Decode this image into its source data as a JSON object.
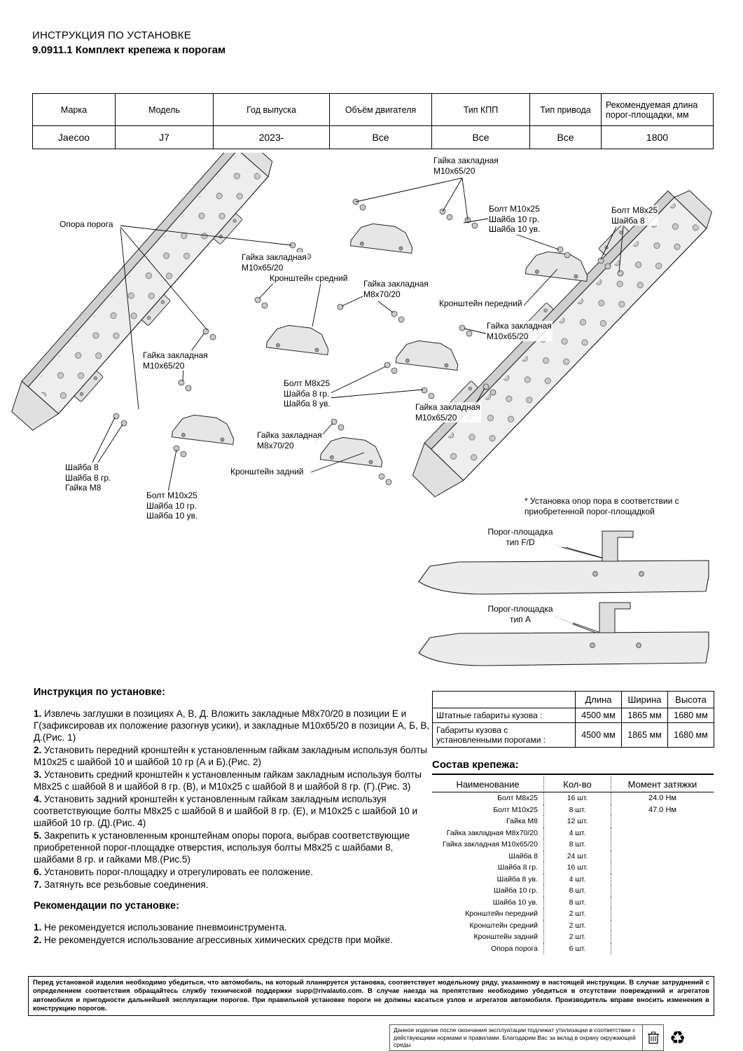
{
  "header": {
    "title": "ИНСТРУКЦИЯ ПО УСТАНОВКЕ",
    "subtitle": "9.0911.1 Комплект крепежа к порогам"
  },
  "spec_table": {
    "headers": [
      "Марка",
      "Модель",
      "Год выпуска",
      "Объём двигателя",
      "Тип КПП",
      "Тип привода",
      "Рекомендуемая длина порог-площадки, мм"
    ],
    "row": [
      "Jaecoo",
      "J7",
      "2023-",
      "Все",
      "Все",
      "Все",
      "1800"
    ]
  },
  "diagram": {
    "labels": [
      "Гайка закладная\nМ10х65/20",
      "Болт М10х25\nШайба 10 гр.\nШайба 10 ув.",
      "Болт М8х25\nШайба 8",
      "Опора порога",
      "Гайка закладная\nМ10х65/20",
      "Кронштейн средний",
      "Гайка закладная\nМ8х70/20",
      "Кронштейн передний",
      "Гайка закладная\nМ10х65/20",
      "Гайка закладная\nМ10х65/20",
      "Болт М8х25\nШайба 8 гр.\nШайба 8 ув.",
      "Гайка закладная\nМ10х65/20",
      "Гайка закладная\nМ8х70/20",
      "Кронштейн задний",
      "Шайба 8\nШайба 8 гр.\nГайка М8",
      "Болт М10х25\nШайба 10 гр.\nШайба 10 ув."
    ],
    "note": "* Установка опор пора в соответствии с\nприобретенной порог-площадкой",
    "platform_fd": "Порог-площадка\nтип F/D",
    "platform_a": "Порог-площадка\nтип А"
  },
  "instructions": {
    "title": "Инструкция по установке:",
    "steps": [
      {
        "num": "1.",
        "text": "Извлечь заглушки в позициях А, В, Д. Вложить закладные М8х70/20 в позиции Е и Г(зафиксировав их положение разогнув усики), и закладные М10х65/20 в позиции А, Б, В, Д.(Рис. 1)"
      },
      {
        "num": "2.",
        "text": "Установить передний кронштейн к установленным гайкам закладным используя болты М10х25 с шайбой 10 и шайбой 10 гр (А и Б).(Рис. 2)"
      },
      {
        "num": "3.",
        "text": "Установить средний кронштейн к установленным гайкам закладным используя болты М8х25 с шайбой 8 и шайбой 8 гр. (В), и М10х25 с шайбой 8 и шайбой 8 гр. (Г).(Рис. 3)"
      },
      {
        "num": "4.",
        "text": "Установить задний кронштейн к установленным гайкам закладным используя соответствующие болты М8х25 с шайбой 8 и шайбой 8 гр. (Е), и М10х25 с шайбой 10 и шайбой 10 гр. (Д).(Рис. 4)"
      },
      {
        "num": "5.",
        "text": "Закрепить к установленным кронштейнам опоры порога, выбрав соответствующие приобретенной порог-площадке отверстия, используя болты М8х25 с шайбами 8, шайбами 8 гр. и гайками М8.(Рис.5)"
      },
      {
        "num": "6.",
        "text": "Установить порог-площадку и отрегулировать ее положение."
      },
      {
        "num": "7.",
        "text": "Затянуть все резьбовые соединения."
      }
    ]
  },
  "recommendations": {
    "title": "Рекомендации по установке:",
    "items": [
      {
        "num": "1.",
        "text": "Не рекомендуется использование пневмоинструмента."
      },
      {
        "num": "2.",
        "text": "Не рекомендуется использование агрессивных химических средств при мойке."
      }
    ]
  },
  "dimensions": {
    "headers": [
      "Длина",
      "Ширина",
      "Высота"
    ],
    "rows": [
      {
        "label": "Штатные габариты кузова :",
        "values": [
          "4500 мм",
          "1865 мм",
          "1680 мм"
        ]
      },
      {
        "label": "Габариты кузова с установленными порогами :",
        "values": [
          "4500 мм",
          "1865 мм",
          "1680 мм"
        ]
      }
    ]
  },
  "hardware": {
    "title": "Состав крепежа:",
    "headers": [
      "Наименование",
      "Кол-во",
      "Момент затяжки"
    ],
    "rows": [
      {
        "name": "Болт М8х25",
        "qty": "16 шт.",
        "torque": "24.0 Нм"
      },
      {
        "name": "Болт М10х25",
        "qty": "8 шт.",
        "torque": "47.0 Нм"
      },
      {
        "name": "Гайка М8",
        "qty": "12 шт.",
        "torque": ""
      },
      {
        "name": "Гайка закладная М8х70/20",
        "qty": "4 шт.",
        "torque": ""
      },
      {
        "name": "Гайка закладная М10х65/20",
        "qty": "8 шт.",
        "torque": ""
      },
      {
        "name": "Шайба 8",
        "qty": "24 шт.",
        "torque": ""
      },
      {
        "name": "Шайба 8 гр.",
        "qty": "16 шт.",
        "torque": ""
      },
      {
        "name": "Шайба 8 ув.",
        "qty": "4 шт.",
        "torque": ""
      },
      {
        "name": "Шайба 10 гр.",
        "qty": "8 шт.",
        "torque": ""
      },
      {
        "name": "Шайба 10 ув.",
        "qty": "8 шт.",
        "torque": ""
      },
      {
        "name": "Кронштейн передний",
        "qty": "2 шт.",
        "torque": ""
      },
      {
        "name": "Кронштейн средний",
        "qty": "2 шт.",
        "torque": ""
      },
      {
        "name": "Кронштейн задний",
        "qty": "2 шт.",
        "torque": ""
      },
      {
        "name": "Опора порога",
        "qty": "6 шт.",
        "torque": ""
      }
    ]
  },
  "footer": {
    "main": "Перед установкой изделия необходимо убедиться, что автомобиль, на который планируется установка, соответствует модельному ряду, указанному в настоящей инструкции. В случае затруднений с определением соответствия обращайтесь службу технической поддержки supp@rivalauto.com. В случае наезда на препятствие необходимо убедиться в отсутствии повреждений и агрегатов автомобиля и пригодности дальнейшей эксплуатации порогов. При правильной установке пороги не должны касаться узлов и агрегатов автомобиля. Производитель вправе вносить изменения в конструкцию порогов.",
    "recycle": "Данное изделие после окончания эксплуатации подлежат утилизации в соответствии с действующими нормами и правилами. Благодарим Вас за вклад в охрану окружающей среды"
  }
}
